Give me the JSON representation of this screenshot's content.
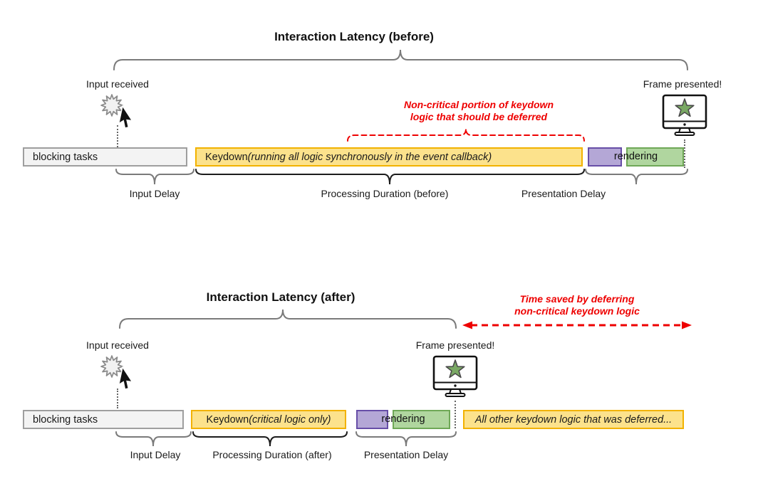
{
  "colors": {
    "bar_gray_fill": "#f3f3f3",
    "bar_gray_border": "#9e9e9e",
    "bar_yellow_fill": "#fce28c",
    "bar_yellow_border": "#f2b200",
    "bar_purple_fill": "#b4a7d6",
    "bar_purple_border": "#674ea7",
    "bar_green_fill": "#b0d69f",
    "bar_green_border": "#6fa857",
    "annotation_red": "#ee0000",
    "brace_gray": "#7a7a7a",
    "brace_dark": "#1c1c1c",
    "star_green": "#7aa964"
  },
  "before": {
    "title": "Interaction Latency (before)",
    "input_received_label": "Input received",
    "frame_presented_label": "Frame presented!",
    "red_note_line1": "Non-critical portion of keydown",
    "red_note_line2": "logic that should be deferred",
    "bars": {
      "blocking": "blocking tasks",
      "keydown_prefix": "Keydown ",
      "keydown_italic": "(running all logic synchronously in the event callback)",
      "rendering": "rendering"
    },
    "brace_labels": {
      "input_delay": "Input Delay",
      "processing": "Processing Duration (before)",
      "presentation": "Presentation Delay"
    }
  },
  "after": {
    "title": "Interaction Latency (after)",
    "input_received_label": "Input received",
    "frame_presented_label": "Frame presented!",
    "red_note_line1": "Time saved by deferring",
    "red_note_line2": "non-critical keydown logic",
    "bars": {
      "blocking": "blocking tasks",
      "keydown_prefix": "Keydown ",
      "keydown_italic": "(critical logic only)",
      "rendering": "rendering",
      "deferred": "All other keydown logic that was deferred..."
    },
    "brace_labels": {
      "input_delay": "Input Delay",
      "processing": "Processing Duration (after)",
      "presentation": "Presentation Delay"
    }
  }
}
